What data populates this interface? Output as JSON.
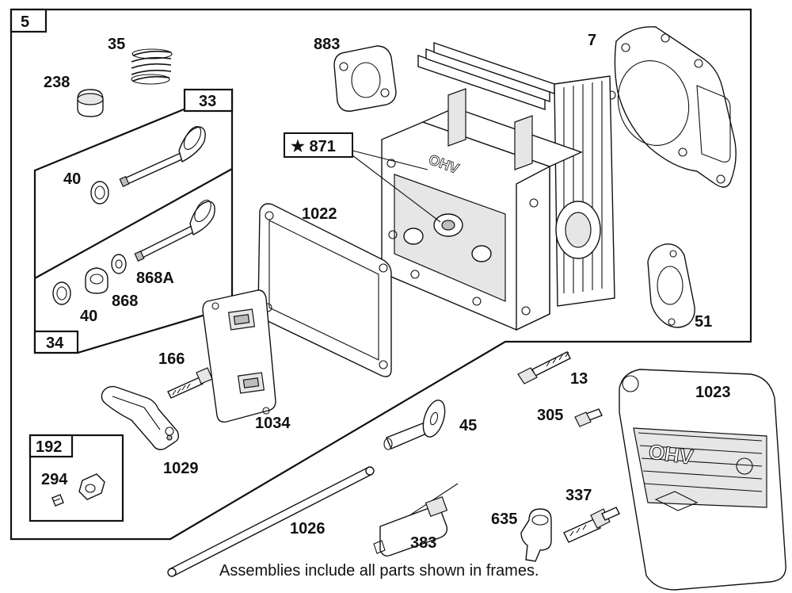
{
  "diagram": {
    "main_frame_number": "5",
    "sub_frames": {
      "intake_valve": "33",
      "exhaust_valve": "34",
      "breather": "192"
    },
    "star_callout": "★ 871",
    "part_labels": {
      "p35": "35",
      "p238": "238",
      "p883": "883",
      "p7": "7",
      "p40a": "40",
      "p40b": "40",
      "p868a": "868A",
      "p868": "868",
      "p1022": "1022",
      "p51": "51",
      "p166": "166",
      "p1034": "1034",
      "p1029": "1029",
      "p294": "294",
      "p45": "45",
      "p13": "13",
      "p305": "305",
      "p1023": "1023",
      "p1026": "1026",
      "p383": "383",
      "p635": "635",
      "p337": "337"
    },
    "head_cast_text": "OHV",
    "cover_cast_text": "OHV",
    "caption": "Assemblies include all parts shown in frames."
  }
}
